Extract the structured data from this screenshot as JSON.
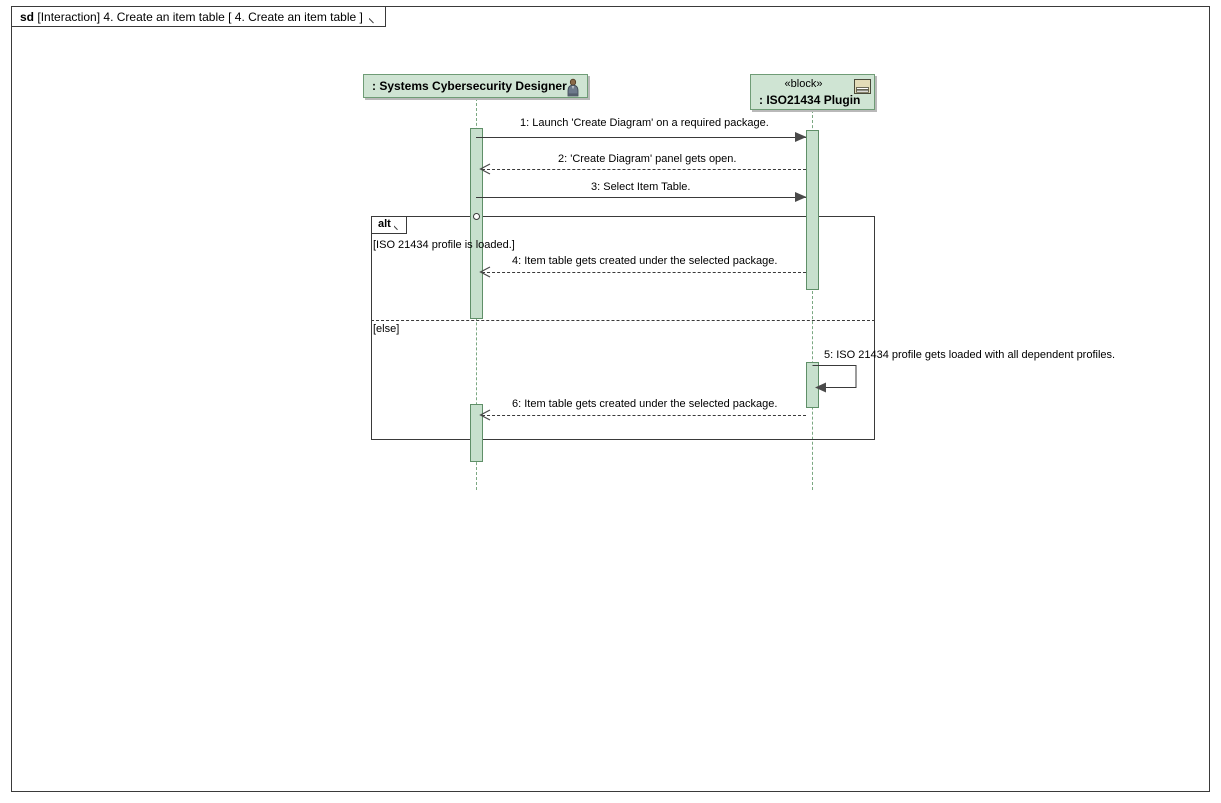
{
  "diagram": {
    "frame_label_keyword": "sd",
    "frame_label_text": "[Interaction] 4. Create an item table [ 4. Create an item table ]",
    "type": "uml-sequence-diagram"
  },
  "colors": {
    "lifeline_header_fill": "#cfe4d3",
    "lifeline_header_border": "#6f9c76",
    "activation_fill": "#c7e0cd",
    "activation_border": "#5f8f68",
    "lifeline_dash": "#7ba882",
    "frame_border": "#3a3a3a",
    "canvas": "#ffffff",
    "block_icon_fill": "#e3dcb8"
  },
  "lifelines": [
    {
      "id": "actor",
      "name": ": Systems Cybersecurity Designer",
      "stereotype": "",
      "icon": "actor-person-icon"
    },
    {
      "id": "plugin",
      "name": ": ISO21434 Plugin",
      "stereotype": "« block »",
      "stereotype_text": "«block»",
      "icon": "sysml-block-icon"
    }
  ],
  "messages": [
    {
      "number": "1",
      "label": "1:  Launch 'Create Diagram' on a required package.",
      "from": "actor",
      "to": "plugin",
      "kind": "synchronous",
      "style": "solid"
    },
    {
      "number": "2",
      "label": "2:  'Create Diagram' panel gets open.",
      "from": "plugin",
      "to": "actor",
      "kind": "reply",
      "style": "dashed"
    },
    {
      "number": "3",
      "label": "3:  Select Item Table.",
      "from": "actor",
      "to": "plugin",
      "kind": "synchronous",
      "style": "solid"
    },
    {
      "number": "4",
      "label": "4:  Item table gets created under the selected package.",
      "from": "plugin",
      "to": "actor",
      "kind": "reply",
      "style": "dashed"
    },
    {
      "number": "5",
      "label": "5: ISO 21434 profile gets loaded with all dependent profiles.",
      "from": "plugin",
      "to": "plugin",
      "kind": "self",
      "style": "solid"
    },
    {
      "number": "6",
      "label": "6:  Item table gets created under the selected package.",
      "from": "plugin",
      "to": "actor",
      "kind": "reply",
      "style": "dashed"
    }
  ],
  "fragment": {
    "operator": "alt",
    "operands": [
      {
        "guard": "[ISO 21434 profile is loaded.]"
      },
      {
        "guard": "[else]"
      }
    ]
  }
}
